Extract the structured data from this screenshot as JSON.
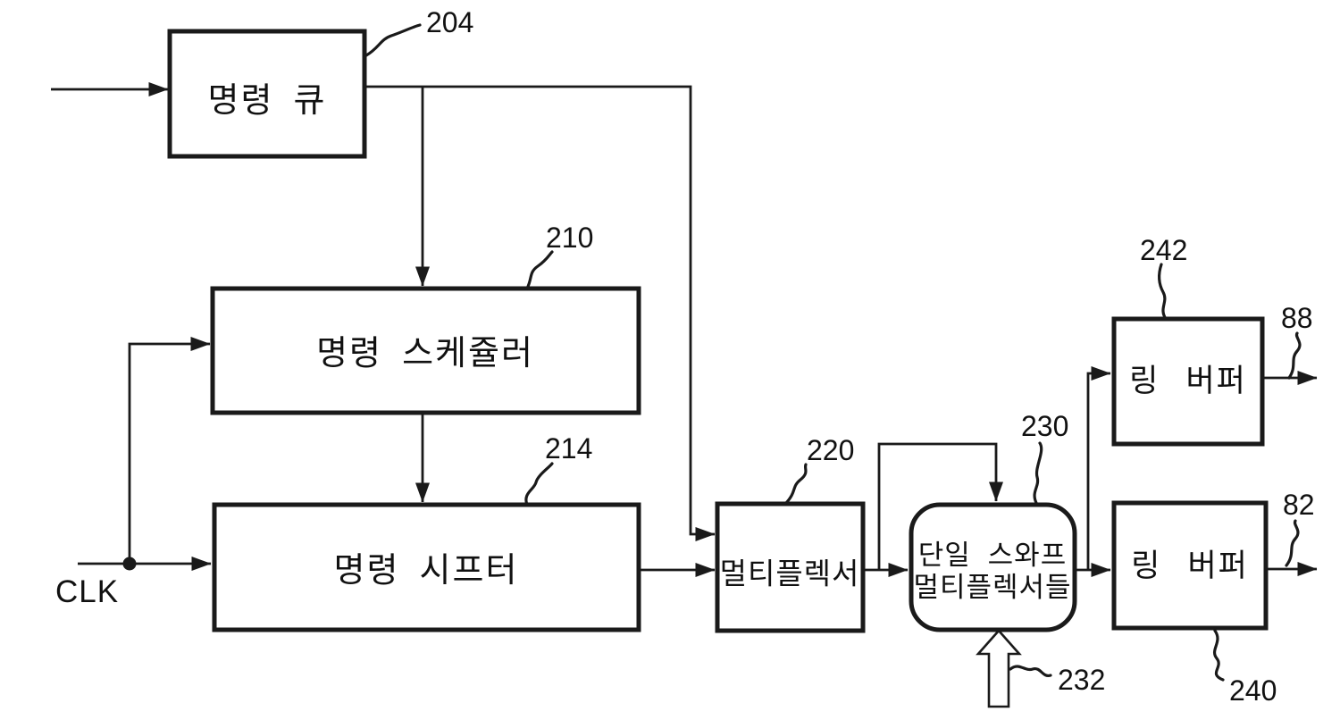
{
  "diagram": {
    "blocks": {
      "command_queue": {
        "label": "명령 큐",
        "ref": "204"
      },
      "command_scheduler": {
        "label": "명령 스케쥴러",
        "ref": "210"
      },
      "command_shifter": {
        "label": "명령 시프터",
        "ref": "214"
      },
      "multiplexer": {
        "label": "멀티플렉서",
        "ref": "220"
      },
      "single_swap_multiplexers": {
        "label_line1": "단일 스와프",
        "label_line2": "멀티플렉서들",
        "ref": "230",
        "bottom_input_ref": "232"
      },
      "ring_buffer_top": {
        "label": "링 버퍼",
        "ref": "242",
        "output_ref": "88"
      },
      "ring_buffer_bottom": {
        "label": "링 버퍼",
        "ref": "240",
        "output_ref": "82"
      }
    },
    "signals": {
      "clock_label": "CLK"
    },
    "colors": {
      "ink": "#1a1a1a",
      "background": "#ffffff"
    }
  }
}
